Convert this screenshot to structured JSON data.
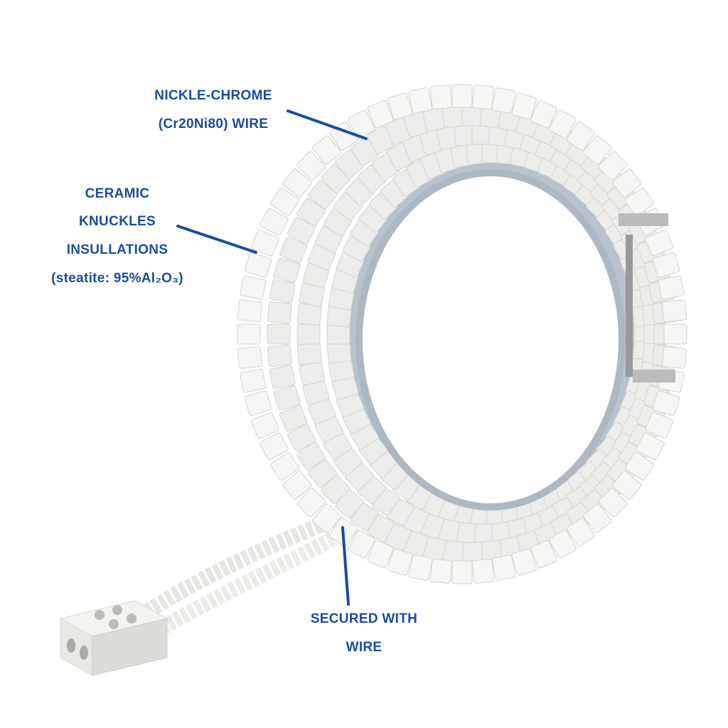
{
  "labels": {
    "wire": {
      "line1": "NICKLE-CHROME",
      "line2": "(Cr20Ni80) WIRE"
    },
    "ceramic": {
      "line1": "CERAMIC",
      "line2": "KNUCKLES",
      "line3": "INSULLATIONS",
      "line4": "(steatite: 95%Al₂O₃)"
    },
    "secured": {
      "line1": "SECURED WITH",
      "line2": "WIRE"
    }
  },
  "colors": {
    "label": "#1a4d9e",
    "ceramic": "#f4f4f2",
    "metal": "#b8c2cc"
  }
}
